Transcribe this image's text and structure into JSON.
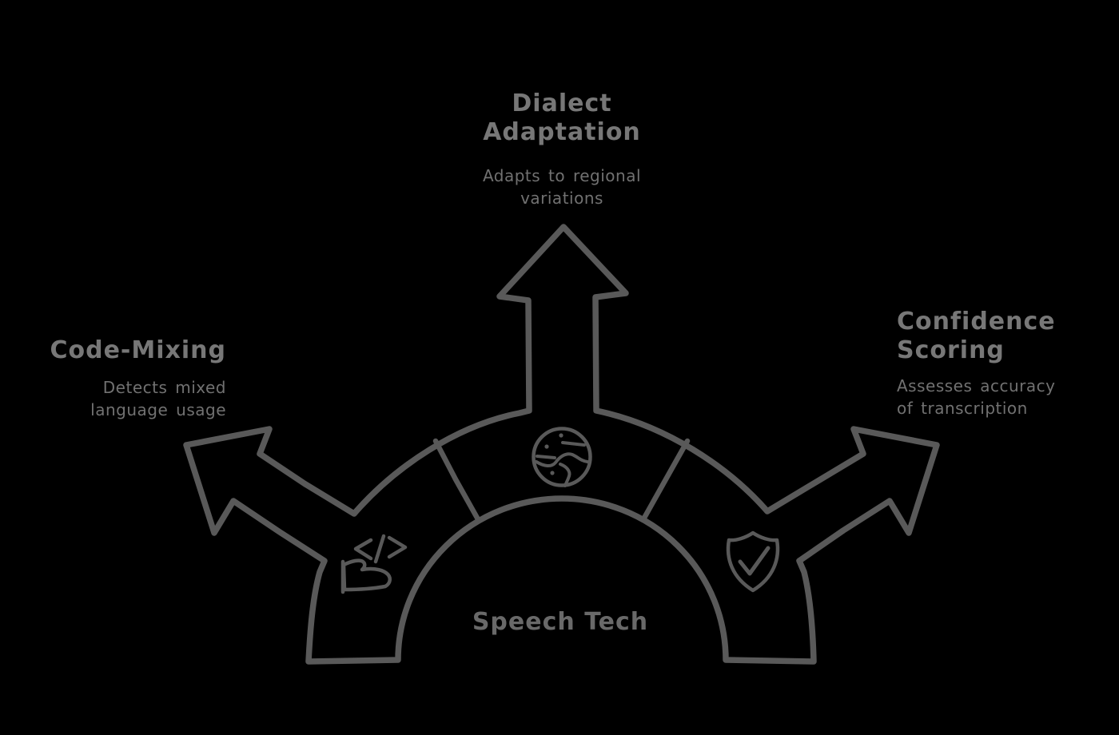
{
  "title": "Speech Tech",
  "colors": {
    "background": "#000000",
    "stroke": "#595959",
    "heading": "#777777",
    "subtitle": "#717171",
    "center_label": "#696969"
  },
  "center": {
    "label": "Speech Tech"
  },
  "branches": {
    "top": {
      "title_line1": "Dialect",
      "title_line2": "Adaptation",
      "desc_line1": "Adapts to regional",
      "desc_line2": "variations",
      "icon": "planet-globe-icon"
    },
    "left": {
      "title": "Code-Mixing",
      "desc_line1": "Detects mixed",
      "desc_line2": "language usage",
      "icon": "code-mixing-icon"
    },
    "right": {
      "title_line1": "Confidence",
      "title_line2": "Scoring",
      "desc_line1": "Assesses accuracy",
      "desc_line2": "of transcription",
      "icon": "shield-check-icon"
    }
  }
}
